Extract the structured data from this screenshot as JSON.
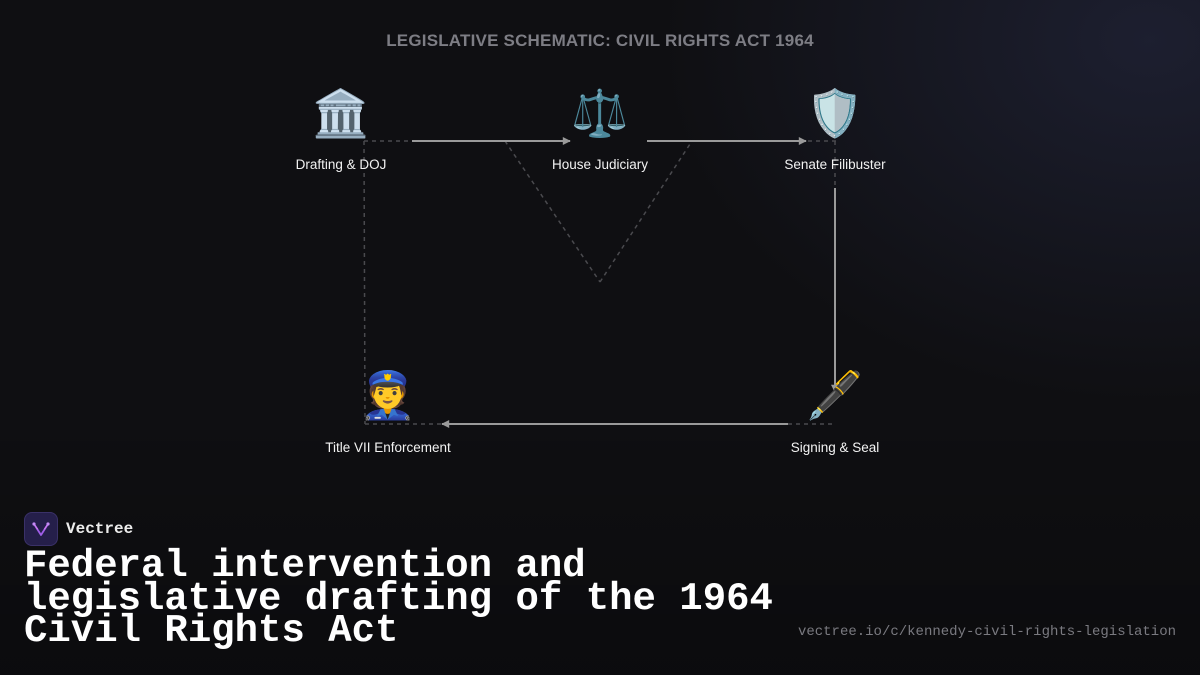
{
  "title": "LEGISLATIVE SCHEMATIC: CIVIL RIGHTS ACT 1964",
  "nodes": [
    {
      "id": "drafting",
      "label": "Drafting & DOJ",
      "icon": "🏛️",
      "icon_name": "classical-building-icon"
    },
    {
      "id": "house",
      "label": "House Judiciary",
      "icon": "⚖️",
      "icon_name": "balance-scale-icon"
    },
    {
      "id": "senate",
      "label": "Senate Filibuster",
      "icon": "🛡️",
      "icon_name": "shield-icon"
    },
    {
      "id": "signing",
      "label": "Signing & Seal",
      "icon": "🖋️",
      "icon_name": "fountain-pen-icon"
    },
    {
      "id": "enforcement",
      "label": "Title VII Enforcement",
      "icon": "👮",
      "icon_name": "police-officer-icon"
    }
  ],
  "edges": [
    {
      "from": "drafting",
      "to": "house",
      "style": "solid"
    },
    {
      "from": "house",
      "to": "senate",
      "style": "solid"
    },
    {
      "from": "senate",
      "to": "signing",
      "style": "solid"
    },
    {
      "from": "signing",
      "to": "enforcement",
      "style": "solid"
    }
  ],
  "colors": {
    "background": "#0f0f12",
    "edge": "#9a9a9a",
    "dashed": "#4a4a4e",
    "brand_logo_bg": "#251f4a",
    "brand_logo_mark": "#a05ee8"
  },
  "brand": {
    "name": "Vectree",
    "logo_icon": "vectree-logo-icon"
  },
  "headline": "Federal intervention and legislative drafting of the 1964 Civil Rights Act",
  "url": "vectree.io/c/kennedy-civil-rights-legislation"
}
